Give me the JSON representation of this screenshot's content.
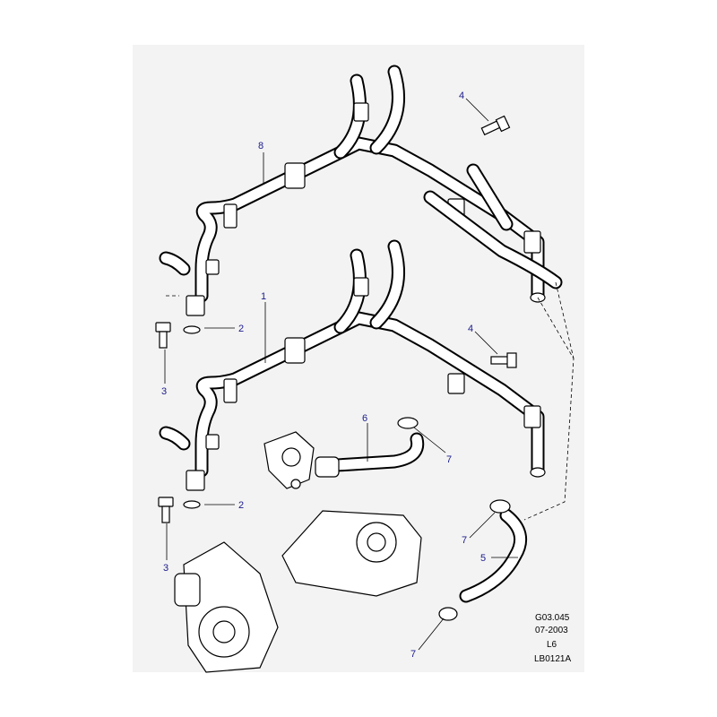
{
  "callouts": [
    "1",
    "2",
    "2",
    "3",
    "3",
    "4",
    "4",
    "5",
    "6",
    "7",
    "7",
    "7",
    "8"
  ],
  "info": {
    "ref": "G03.045",
    "date": "07-2003",
    "engine": "L6",
    "code": "LB0121A"
  }
}
